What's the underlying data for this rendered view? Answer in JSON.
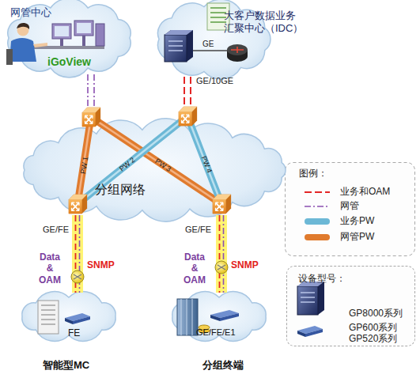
{
  "diagram": {
    "nodes": [
      {
        "text": [
          "网管中心",
          "iGoView"
        ]
      },
      {
        "text": [
          "大客户数据业务 汇聚中心（IDC）"
        ]
      },
      {
        "text": [
          "分组网络"
        ]
      },
      {
        "text": [
          "FE",
          "智能型MC"
        ]
      },
      {
        "text": [
          "GE/FE/E1",
          "分组终端"
        ]
      },
      {
        "text": [
          "设备型号：",
          "GP8000系列",
          "GP600系列 GP520系列"
        ]
      }
    ],
    "edges": [
      {
        "from": 0,
        "to": 2,
        "arrow": "none"
      },
      {
        "from": 1,
        "to": 2,
        "arrow": "none",
        "label": "GE/10GE"
      },
      {
        "from": 2,
        "to": 3,
        "arrow": "none",
        "label": "GE/FE"
      },
      {
        "from": 2,
        "to": 4,
        "arrow": "none",
        "label": "GE/FE"
      }
    ],
    "labels": [
      "GE",
      "PW 1",
      "PW 2",
      "PW 3",
      "PW 4",
      "Data & OAM",
      "SNMP",
      "Data & OAM",
      "SNMP",
      "图例："
    ],
    "legend": [
      {
        "text": "业务和OAM"
      },
      {
        "text": "网管"
      },
      {
        "text": "业务PW",
        "color": "#6cb8d6"
      },
      {
        "text": "网管PW",
        "color": "#e07b2e"
      }
    ]
  }
}
